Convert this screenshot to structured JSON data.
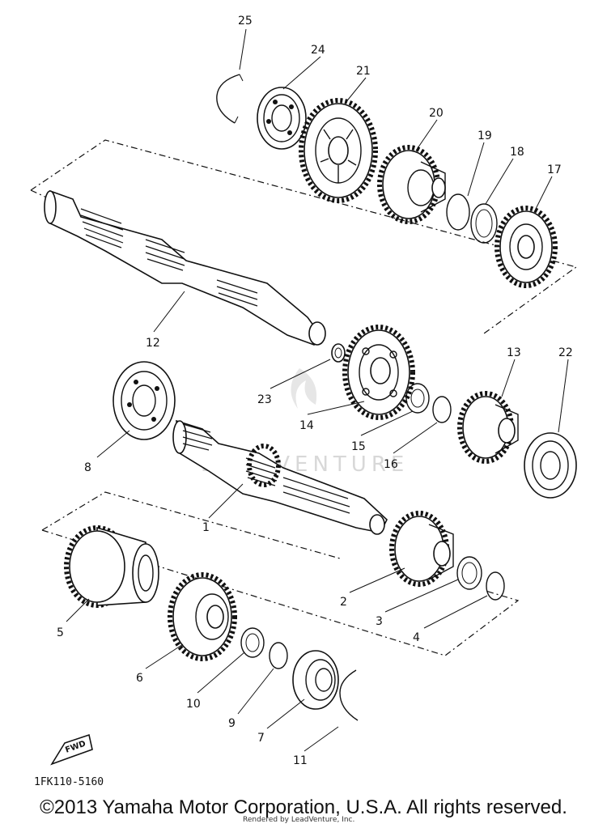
{
  "diagram": {
    "part_code": "1FK110-5160",
    "fwd_label": "FWD",
    "watermark": "LEADVENTURE",
    "copyright": "©2013 Yamaha Motor Corporation, U.S.A. All rights reserved.",
    "rendered_by": "Rendered by LeadVenture, Inc.",
    "callouts": [
      "1",
      "2",
      "3",
      "4",
      "5",
      "6",
      "7",
      "8",
      "9",
      "10",
      "11",
      "12",
      "13",
      "14",
      "15",
      "16",
      "17",
      "18",
      "19",
      "20",
      "21",
      "22",
      "23",
      "24",
      "25"
    ]
  }
}
